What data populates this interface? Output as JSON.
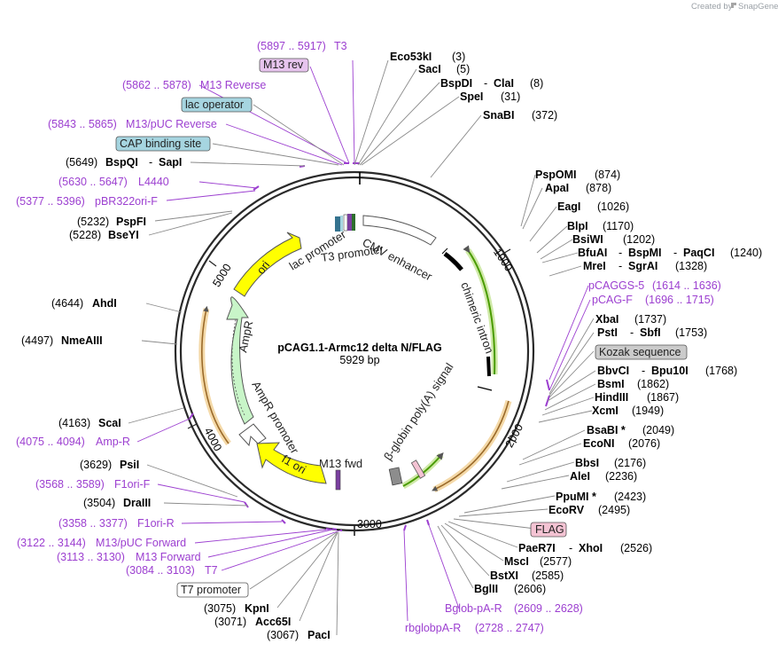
{
  "header": {
    "credit_prefix": "Created by",
    "credit_brand": "SnapGene"
  },
  "plasmid": {
    "name": "pCAG1.1-Armc12 delta N/FLAG",
    "length_label": "5929 bp"
  },
  "scale_ticks": [
    "1000",
    "2000",
    "3000",
    "4000",
    "5000"
  ],
  "colors": {
    "primer": "#9c3fd0",
    "promoter": "#ffffff",
    "enhancer": "#ffffff",
    "intron": "#5fb000",
    "polyA": "#6fb000",
    "ori": "#ffff00",
    "ampR": "#c8f5c8",
    "gene_outline": "#e2a23a",
    "blue_box": "#a6d5e0",
    "pink_box": "#f4c3d3",
    "gray_box": "#cbcbcb"
  },
  "map_features": {
    "cmv_enhancer": "CMV enhancer",
    "chimeric_intron": "chimeric intron",
    "bglobin_polyA": "β-globin poly(A) signal",
    "m13_fwd": "M13 fwd",
    "f1_ori": "f1 ori",
    "ampR_promoter": "AmpR promoter",
    "ampR": "AmpR",
    "ori": "ori",
    "lac_promoter": "lac promoter",
    "t3_promoter": "T3 promoter"
  },
  "labels": {
    "t3": {
      "pos": "(5897 .. 5917)",
      "name": "T3"
    },
    "m13rev_box": {
      "name": "M13 rev"
    },
    "m13reverse": {
      "pos": "(5862 .. 5878)",
      "name": "M13 Reverse"
    },
    "lac_operator_box": {
      "name": "lac operator"
    },
    "m13puc_rev": {
      "pos": "(5843 .. 5865)",
      "name": "M13/pUC Reverse"
    },
    "cap_box": {
      "name": "CAP binding site"
    },
    "bspqi": {
      "pos": "(5649)",
      "name": "BspQI",
      "sep": "-",
      "name2": "SapI"
    },
    "l4440": {
      "pos": "(5630 .. 5647)",
      "name": "L4440"
    },
    "pbr322": {
      "pos": "(5377 .. 5396)",
      "name": "pBR322ori-F"
    },
    "pspfi": {
      "pos": "(5232)",
      "name": "PspFI"
    },
    "bseyi": {
      "pos": "(5228)",
      "name": "BseYI"
    },
    "ahdi": {
      "pos": "(4644)",
      "name": "AhdI"
    },
    "nmeaiii": {
      "pos": "(4497)",
      "name": "NmeAIII"
    },
    "scai": {
      "pos": "(4163)",
      "name": "ScaI"
    },
    "ampr_primer": {
      "pos": "(4075 .. 4094)",
      "name": "Amp-R"
    },
    "psii": {
      "pos": "(3629)",
      "name": "PsiI"
    },
    "f1ori_f": {
      "pos": "(3568 .. 3589)",
      "name": "F1ori-F"
    },
    "draiii": {
      "pos": "(3504)",
      "name": "DraIII"
    },
    "f1ori_r": {
      "pos": "(3358 .. 3377)",
      "name": "F1ori-R"
    },
    "m13puc_fwd": {
      "pos": "(3122 .. 3144)",
      "name": "M13/pUC Forward"
    },
    "m13fwd": {
      "pos": "(3113 .. 3130)",
      "name": "M13 Forward"
    },
    "t7": {
      "pos": "(3084 .. 3103)",
      "name": "T7"
    },
    "t7prom_box": {
      "name": "T7 promoter"
    },
    "kpni": {
      "pos": "(3075)",
      "name": "KpnI"
    },
    "acc65i": {
      "pos": "(3071)",
      "name": "Acc65I"
    },
    "paci": {
      "pos": "(3067)",
      "name": "PacI"
    },
    "eco53ki": {
      "name": "Eco53kI",
      "pos": "(3)"
    },
    "saci": {
      "name": "SacI",
      "pos": "(5)"
    },
    "bspdi": {
      "name": "BspDI",
      "sep": "-",
      "name2": "ClaI",
      "pos": "(8)"
    },
    "spei": {
      "name": "SpeI",
      "pos": "(31)"
    },
    "snabi": {
      "name": "SnaBI",
      "pos": "(372)"
    },
    "pspomi": {
      "name": "PspOMI",
      "pos": "(874)"
    },
    "apai": {
      "name": "ApaI",
      "pos": "(878)"
    },
    "eagi": {
      "name": "EagI",
      "pos": "(1026)"
    },
    "blpi": {
      "name": "BlpI",
      "pos": "(1170)"
    },
    "bsiwi": {
      "name": "BsiWI",
      "pos": "(1202)"
    },
    "bfuai": {
      "name": "BfuAI",
      "sep": "-",
      "name2": "BspMI",
      "sep2": "-",
      "name3": "PaqCI",
      "pos": "(1240)"
    },
    "mrei": {
      "name": "MreI",
      "sep": "-",
      "name2": "SgrAI",
      "pos": "(1328)"
    },
    "pcaggs5": {
      "name": "pCAGGS-5",
      "pos": "(1614 .. 1636)"
    },
    "pcagf": {
      "name": "pCAG-F",
      "pos": "(1696 .. 1715)"
    },
    "xbai": {
      "name": "XbaI",
      "pos": "(1737)"
    },
    "psti": {
      "name": "PstI",
      "sep": "-",
      "name2": "SbfI",
      "pos": "(1753)"
    },
    "kozak_box": {
      "name": "Kozak sequence"
    },
    "bbvci": {
      "name": "BbvCI",
      "sep": "-",
      "name2": "Bpu10I",
      "pos": "(1768)"
    },
    "bsmi": {
      "name": "BsmI",
      "pos": "(1862)"
    },
    "hindiii": {
      "name": "HindIII",
      "pos": "(1867)"
    },
    "xcmi": {
      "name": "XcmI",
      "pos": "(1949)"
    },
    "bsabi": {
      "name": "BsaBI *",
      "pos": "(2049)"
    },
    "econi": {
      "name": "EcoNI",
      "pos": "(2076)"
    },
    "bbsi": {
      "name": "BbsI",
      "pos": "(2176)"
    },
    "alei": {
      "name": "AleI",
      "pos": "(2236)"
    },
    "ppumi": {
      "name": "PpuMI *",
      "pos": "(2423)"
    },
    "ecorv": {
      "name": "EcoRV",
      "pos": "(2495)"
    },
    "flag_box": {
      "name": "FLAG"
    },
    "paer7i": {
      "name": "PaeR7I",
      "sep": "-",
      "name2": "XhoI",
      "pos": "(2526)"
    },
    "msci": {
      "name": "MscI",
      "pos": "(2577)"
    },
    "bstxi": {
      "name": "BstXI",
      "pos": "(2585)"
    },
    "bglii": {
      "name": "BglII",
      "pos": "(2606)"
    },
    "bglob_pa_r": {
      "name": "Bglob-pA-R",
      "pos": "(2609 .. 2628)"
    },
    "rbglobpa_r": {
      "name": "rbglobpA-R",
      "pos": "(2728 .. 2747)"
    }
  }
}
